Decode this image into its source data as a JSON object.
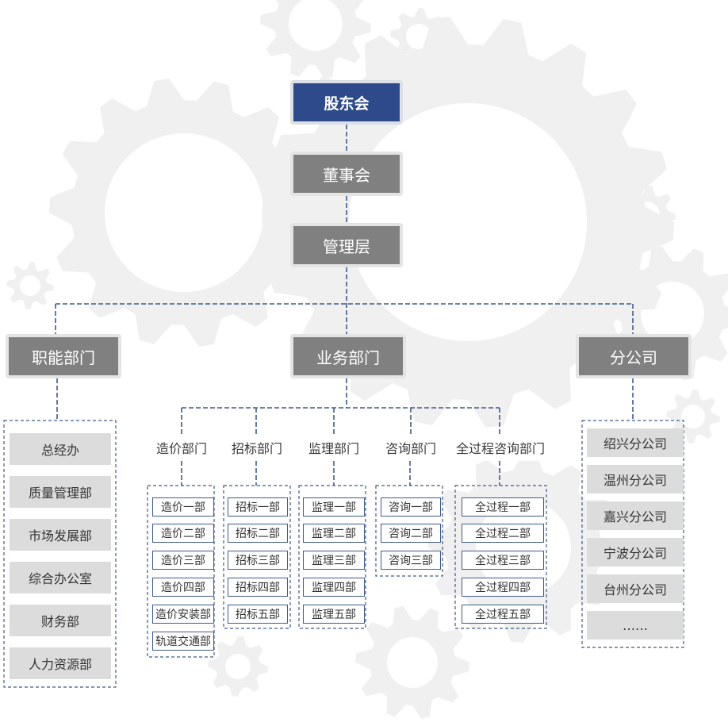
{
  "shareholders": "股东会",
  "board": "董事会",
  "management": "管理层",
  "functional": {
    "label": "职能部门",
    "items": [
      "总经办",
      "质量管理部",
      "市场发展部",
      "综合办公室",
      "财务部",
      "人力资源部"
    ]
  },
  "business": {
    "label": "业务部门",
    "groups": [
      {
        "label": "造价部门",
        "items": [
          "造价一部",
          "造价二部",
          "造价三部",
          "造价四部",
          "造价安装部",
          "轨道交通部"
        ]
      },
      {
        "label": "招标部门",
        "items": [
          "招标一部",
          "招标二部",
          "招标三部",
          "招标四部",
          "招标五部"
        ]
      },
      {
        "label": "监理部门",
        "items": [
          "监理一部",
          "监理二部",
          "监理三部",
          "监理四部",
          "监理五部"
        ]
      },
      {
        "label": "咨询部门",
        "items": [
          "咨询一部",
          "咨询二部",
          "咨询三部"
        ]
      },
      {
        "label": "全过程咨询部门",
        "items": [
          "全过程一部",
          "全过程二部",
          "全过程三部",
          "全过程四部",
          "全过程五部"
        ]
      }
    ]
  },
  "branches": {
    "label": "分公司",
    "items": [
      "绍兴分公司",
      "温州分公司",
      "嘉兴分公司",
      "宁波分公司",
      "台州分公司",
      "……"
    ]
  },
  "colors": {
    "top_fill": "#2e4a8b",
    "mid_fill": "#808080",
    "line": "#3f5a8a",
    "item_fill": "#dcdcdc",
    "gear": "#f0f0f0"
  }
}
